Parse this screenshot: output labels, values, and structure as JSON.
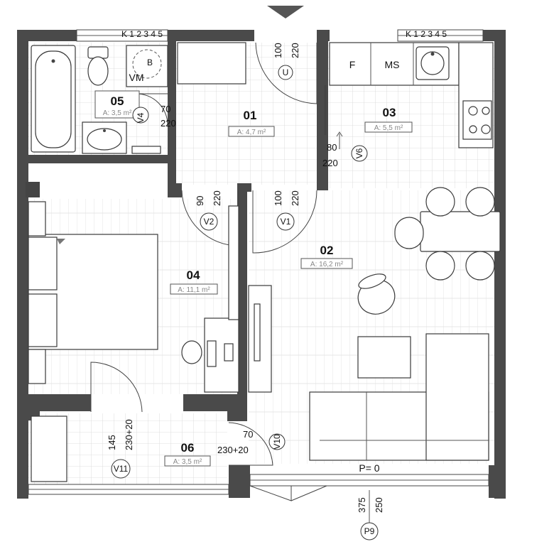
{
  "rooms": [
    {
      "number": "01",
      "area": "A: 4,7 m²"
    },
    {
      "number": "02",
      "area": "A: 16,2 m²"
    },
    {
      "number": "03",
      "area": "A: 5,5 m²"
    },
    {
      "number": "04",
      "area": "A: 11,1 m²"
    },
    {
      "number": "05",
      "area": "A: 3,5 m²"
    },
    {
      "number": "06",
      "area": "A: 3,5 m²"
    }
  ],
  "doors": [
    {
      "tag": "U",
      "width": "100",
      "height": "220"
    },
    {
      "tag": "V1",
      "width": "100",
      "height": "220"
    },
    {
      "tag": "V2",
      "width": "90",
      "height": "220"
    },
    {
      "tag": "V4",
      "width": "70",
      "height": "220"
    },
    {
      "tag": "V6",
      "width": "80",
      "height": "220"
    },
    {
      "tag": "V10",
      "width": "70",
      "height": "230+20"
    },
    {
      "tag": "V11",
      "width": "145",
      "height": "230+20"
    },
    {
      "tag": "P9",
      "width": "375",
      "height": "250"
    }
  ],
  "fixtures": {
    "fridge": "F",
    "dishwasher": "MS",
    "washing_machine": "VM",
    "boiler": "B"
  },
  "windows": {
    "marks": "K 1 2 3 4 5"
  },
  "level": "P= 0"
}
